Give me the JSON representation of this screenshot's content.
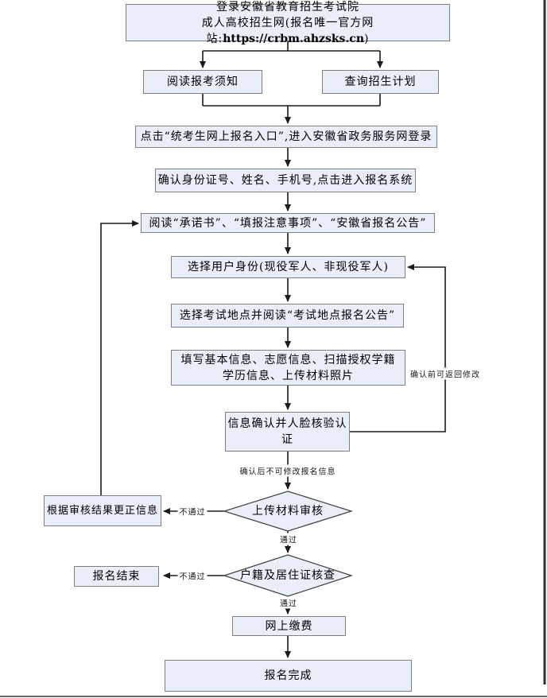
{
  "flowchart": {
    "title_hint": "成人高校招生网上报名流程图",
    "colors": {
      "node_fill": "#e9eef8",
      "node_border": "#808080",
      "diamond_border": "#404040",
      "line_color": "#1a1a1a",
      "frame_color": "#2f2f2f"
    },
    "nodes": {
      "login": {
        "line1": "登录安徽省教育招生考试院",
        "line2_prefix": "成人高校招生网(报名唯一官方网站:",
        "url": "https://crbm.ahzsks.cn",
        "line2_suffix": ")"
      },
      "read_notice": {
        "label": "阅读报考须知"
      },
      "query_plan": {
        "label": "查询招生计划"
      },
      "entry": {
        "label": "点击“统考生网上报名入口”,进入安徽省政务服务网登录"
      },
      "confirm_id": {
        "label": "确认身份证号、姓名、手机号,点击进入报名系统"
      },
      "read_docs": {
        "label": "阅读“承诺书”、“填报注意事项”、“安徽省报名公告”"
      },
      "identity": {
        "label": "选择用户身份(现役军人、非现役军人)"
      },
      "exam_site": {
        "label": "选择考试地点并阅读“考试地点报名公告”"
      },
      "fill_info": {
        "label": "填写基本信息、志愿信息、扫描授权学籍学历信息、上传材料照片"
      },
      "face_verify": {
        "label": "信息确认并人脸核验认证"
      },
      "material_review": {
        "label": "上传材料审核"
      },
      "correct_info": {
        "label": "根据审核结果更正信息"
      },
      "reg_end": {
        "label": "报名结束"
      },
      "residence_check": {
        "label": "户籍及居住证核查"
      },
      "pay": {
        "label": "网上缴费"
      },
      "complete": {
        "label": "报名完成"
      }
    },
    "edge_labels": {
      "before_confirm": "确认前可返回修改",
      "after_confirm": "确认后不可修改报名信息",
      "fail": "不通过",
      "pass": "通过"
    }
  }
}
